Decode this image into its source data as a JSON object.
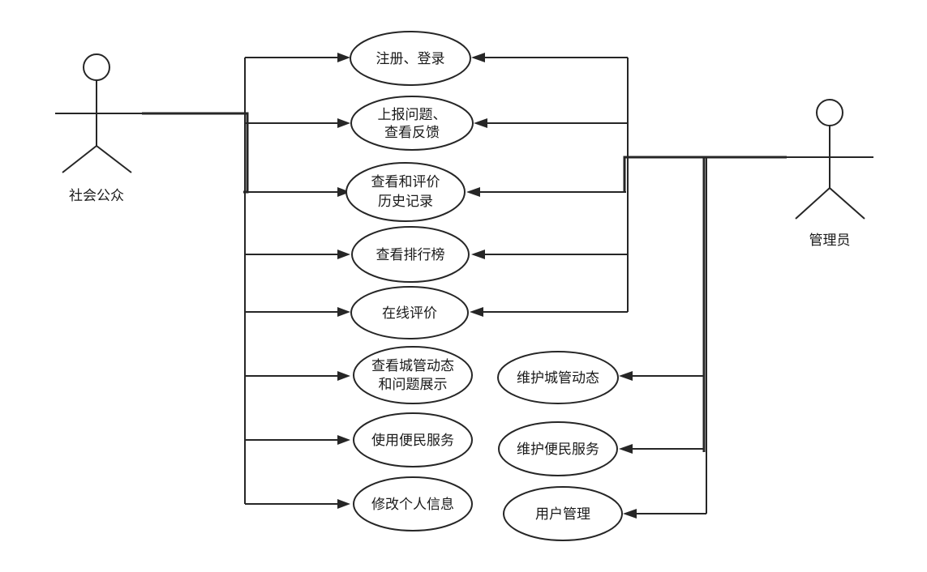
{
  "actors": {
    "public": {
      "label": "社会公众"
    },
    "admin": {
      "label": "管理员"
    }
  },
  "use_cases": {
    "register_login": [
      "注册、登录"
    ],
    "report_issue": [
      "上报问题、",
      "查看反馈"
    ],
    "view_rate_history": [
      "查看和评价",
      "历史记录"
    ],
    "view_ranking": [
      "查看排行榜"
    ],
    "online_rating": [
      "在线评价"
    ],
    "view_news": [
      "查看城管动态",
      "和问题展示"
    ],
    "use_services": [
      "使用便民服务"
    ],
    "edit_profile": [
      "修改个人信息"
    ],
    "maintain_news": [
      "维护城管动态"
    ],
    "maintain_services": [
      "维护便民服务"
    ],
    "user_management": [
      "用户管理"
    ]
  }
}
